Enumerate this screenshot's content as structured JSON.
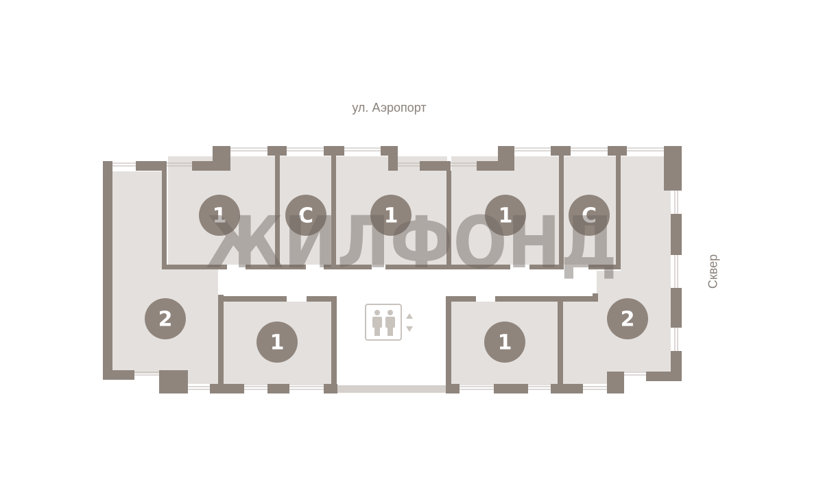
{
  "streets": {
    "top": "ул. Аэропорт",
    "right": "Сквер"
  },
  "watermark": "ЖИЛФОНД",
  "apartments": [
    {
      "id": "a-left-2",
      "label": "2"
    },
    {
      "id": "a-top-1a",
      "label": "1"
    },
    {
      "id": "a-top-c1",
      "label": "С"
    },
    {
      "id": "a-top-1b",
      "label": "1"
    },
    {
      "id": "a-top-1c",
      "label": "1"
    },
    {
      "id": "a-top-c2",
      "label": "С"
    },
    {
      "id": "a-right-2",
      "label": "2"
    },
    {
      "id": "a-bottom-1a",
      "label": "1"
    },
    {
      "id": "a-bottom-1b",
      "label": "1"
    }
  ],
  "icons": {
    "elevator": "elevator-icon",
    "arrows": "up-down-arrows-icon"
  },
  "colors": {
    "wall": "#8f857d",
    "room": "#e4e0dd",
    "stairs": "#d5d0cb"
  }
}
